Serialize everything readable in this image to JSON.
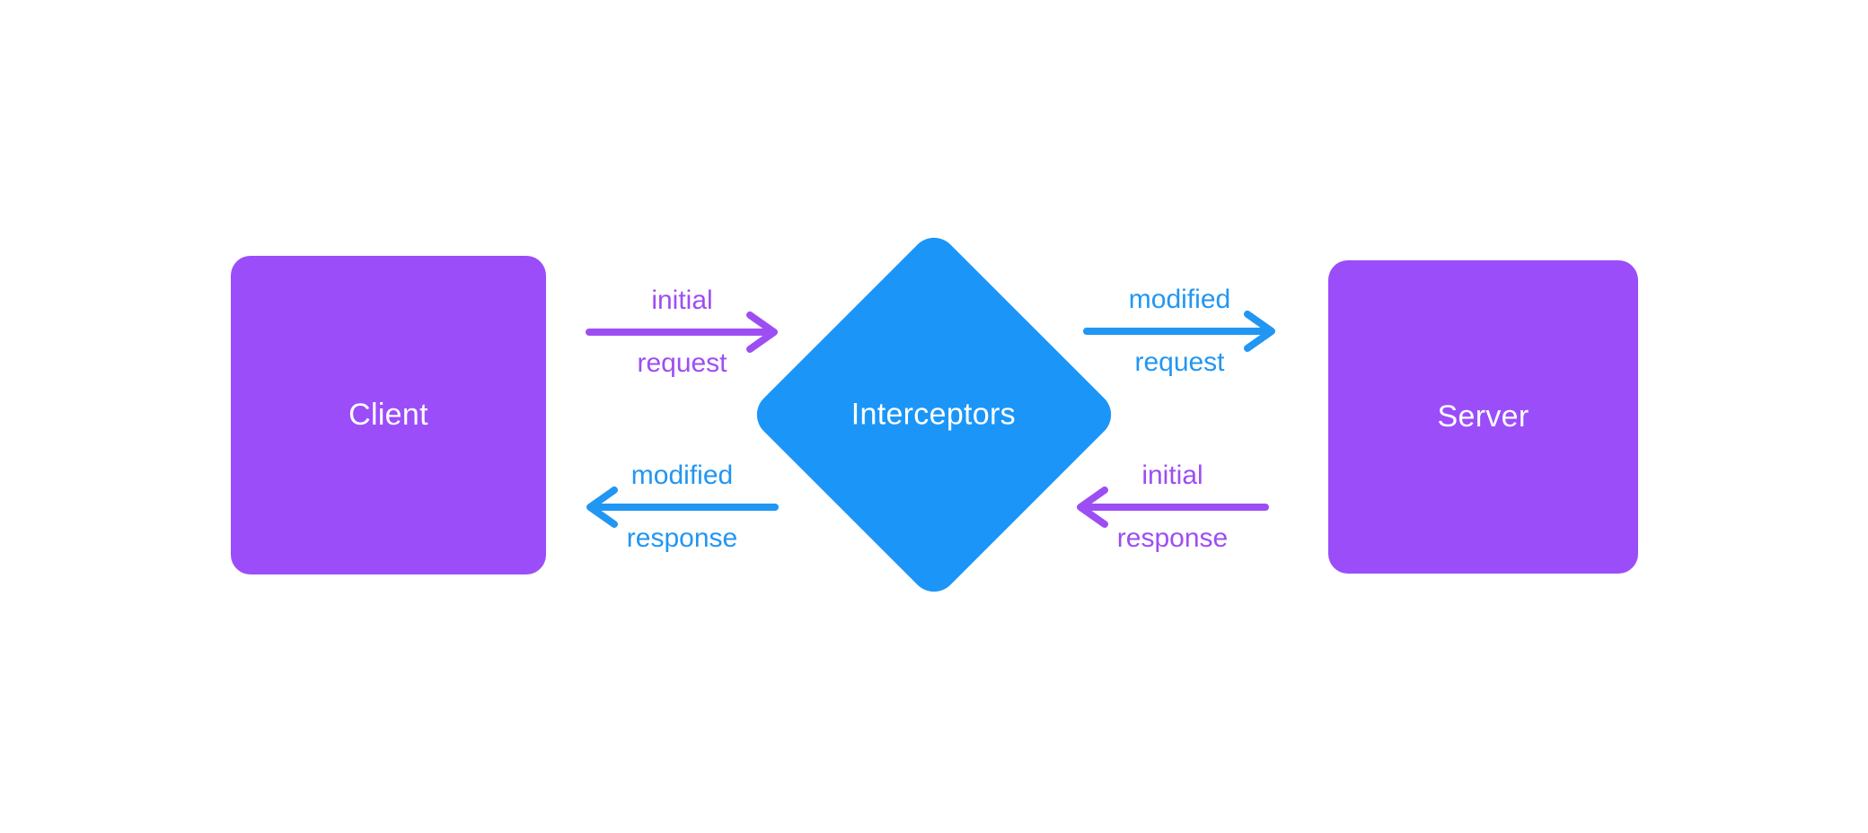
{
  "canvas": {
    "background": "#ffffff"
  },
  "palette": {
    "purple": "#9B4DFA",
    "purple_arrow": "#9D4EF3",
    "blue": "#1B96F8",
    "blue_arrow": "#2196F3"
  },
  "nodes": {
    "client": {
      "label": "Client"
    },
    "interceptors": {
      "label": "Interceptors"
    },
    "server": {
      "label": "Server"
    }
  },
  "arrows": {
    "initial_request": {
      "line1": "initial",
      "line2": "request",
      "direction": "right",
      "color": "purple"
    },
    "modified_request": {
      "line1": "modified",
      "line2": "request",
      "direction": "right",
      "color": "blue"
    },
    "modified_response": {
      "line1": "modified",
      "line2": "response",
      "direction": "left",
      "color": "blue"
    },
    "initial_response": {
      "line1": "initial",
      "line2": "response",
      "direction": "left",
      "color": "purple"
    }
  }
}
